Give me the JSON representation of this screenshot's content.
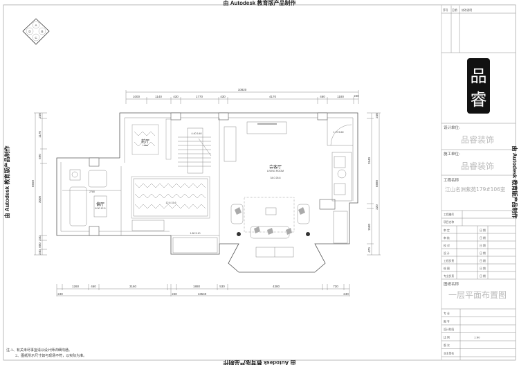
{
  "watermark": "由 Autodesk 教育版产品制作",
  "compass": {
    "labels": [
      "A",
      "B",
      "C",
      "D"
    ]
  },
  "dimensions": {
    "top_total": "10820",
    "top": [
      "1000",
      "1140",
      "430",
      "1770",
      "430",
      "4170",
      "460",
      "1180",
      "240"
    ],
    "bottom": [
      "1260",
      "460",
      "3160",
      "1880",
      "530",
      "4380",
      "730"
    ],
    "bottom_row2": [
      "240",
      "240",
      "13540",
      "240"
    ],
    "left_total": "6550",
    "left": [
      "240",
      "1170",
      "690",
      "3000",
      "240",
      "600",
      "240"
    ],
    "right_total": "6880",
    "right": [
      "240",
      "2640",
      "220",
      "1580",
      "470"
    ]
  },
  "rooms": {
    "foyer": {
      "name": "前厅",
      "en": "Lawn"
    },
    "side_hall": {
      "name": "偏厅",
      "area": "8.30 12.5",
      "dim": "2780"
    },
    "dining": {
      "area": "12.6 15.6"
    },
    "stair": {
      "area": "4.40 5.40"
    },
    "bottom_room": {
      "area": "1.80 5.10"
    },
    "corner_room": {
      "area": "1.70 5.60"
    },
    "living": {
      "name": "会客厅",
      "en": "LIVING ROOM",
      "area": "34.0 26.8"
    }
  },
  "notes": [
    "注:1、有关未尽事宜请以设计师详细沟通。",
    "2、图纸所示尺寸如与现场不符，以实际为准。"
  ],
  "title_block": {
    "revision_headers": [
      "序号",
      "日期",
      "修改说明"
    ],
    "logo_text": "品睿",
    "design_unit_label": "设计单位:",
    "design_unit": "品睿装饰",
    "construction_unit_label": "施工单位:",
    "construction_unit": "品睿装饰",
    "project_name_label": "工程名称",
    "project_name": "江山名洲紫苑179#106室",
    "project_no_label": "工程编号",
    "item_name_label": "项目名称",
    "sign_rows": [
      "审  定",
      "审  核",
      "校  对",
      "设  计",
      "工程负责",
      "绘  图",
      "专业负责"
    ],
    "date_label": "日 期",
    "drawing_name_label": "图纸名称",
    "drawing_name": "一层平面布置图",
    "info_rows": [
      {
        "label": "专  业",
        "value": ""
      },
      {
        "label": "图  号",
        "value": ""
      },
      {
        "label": "设计阶段",
        "value": ""
      },
      {
        "label": "比  例",
        "value": "1:60"
      },
      {
        "label": "版  次",
        "value": ""
      },
      {
        "label": "业主签名",
        "value": ""
      }
    ]
  }
}
